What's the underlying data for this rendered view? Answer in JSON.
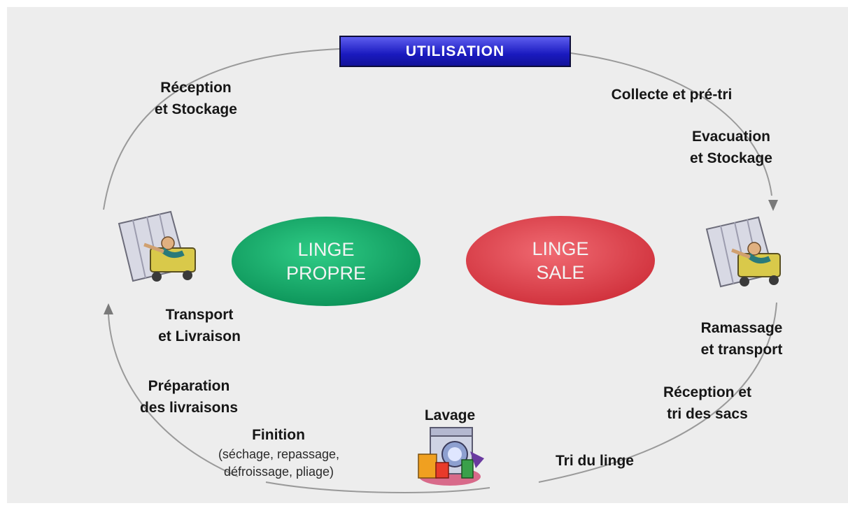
{
  "banner": {
    "label": "UTILISATION",
    "color": "#1f1fc4"
  },
  "center": {
    "clean": {
      "label": "LINGE\nPROPRE",
      "color": "#12a96a"
    },
    "dirty": {
      "label": "LINGE\nSALE",
      "color": "#e2454f"
    }
  },
  "steps": {
    "collecte": "Collecte et pré-tri",
    "evacuation": "Evacuation\net Stockage",
    "ramassage": "Ramassage\net transport",
    "reception_tri": "Réception et\ntri des sacs",
    "tri_linge": "Tri du linge",
    "lavage": "Lavage",
    "finition": "Finition",
    "finition_detail": "(séchage, repassage,\ndéfroissage, pliage)",
    "preparation": "Préparation\ndes livraisons",
    "transport_livraison": "Transport\net Livraison",
    "reception_stockage": "Réception\net Stockage"
  },
  "icons": {
    "left_cart": "laundry-cart-icon",
    "right_cart": "laundry-cart-icon",
    "washer": "washing-machine-icon"
  }
}
